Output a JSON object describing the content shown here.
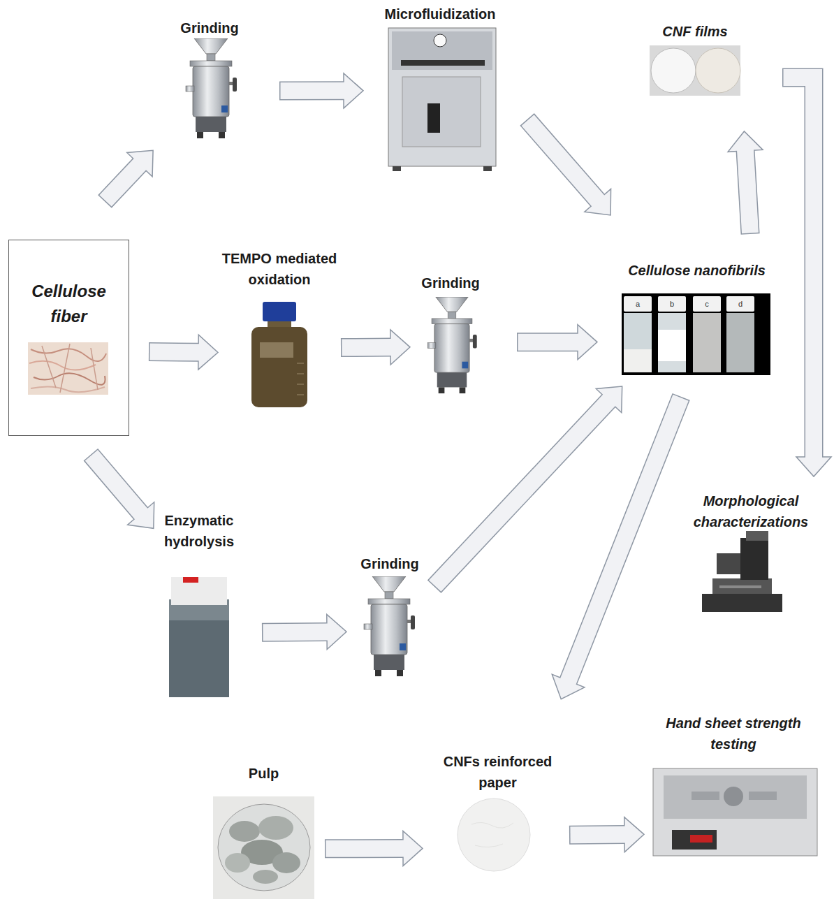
{
  "diagram": {
    "nodes": [
      {
        "text": [
          "Grinding"
        ]
      },
      {
        "text": [
          "Microfluidization"
        ]
      },
      {
        "text": [
          "CNF films"
        ]
      },
      {
        "text": [
          "Cellulose fiber"
        ]
      },
      {
        "text": [
          "TEMPO mediated oxidation"
        ]
      },
      {
        "text": [
          "Grinding"
        ]
      },
      {
        "text": [
          "Cellulose nanofibrils"
        ]
      },
      {
        "text": [
          "Morphological characterizations"
        ]
      },
      {
        "text": [
          "Enzymatic hydrolysis"
        ]
      },
      {
        "text": [
          "Grinding"
        ]
      },
      {
        "text": [
          "Pulp"
        ]
      },
      {
        "text": [
          "CNFs reinforced paper"
        ]
      },
      {
        "text": [
          "Hand sheet strength testing"
        ]
      }
    ],
    "edges": [
      {
        "from": 3,
        "to": 0,
        "arrow": "to"
      },
      {
        "from": 0,
        "to": 1,
        "arrow": "to"
      },
      {
        "from": 1,
        "to": 6,
        "arrow": "to"
      },
      {
        "from": 3,
        "to": 4,
        "arrow": "to"
      },
      {
        "from": 4,
        "to": 5,
        "arrow": "to"
      },
      {
        "from": 5,
        "to": 6,
        "arrow": "to"
      },
      {
        "from": 3,
        "to": 8,
        "arrow": "to"
      },
      {
        "from": 8,
        "to": 9,
        "arrow": "to"
      },
      {
        "from": 9,
        "to": 6,
        "arrow": "to"
      },
      {
        "from": 6,
        "to": 2,
        "arrow": "to"
      },
      {
        "from": 2,
        "to": 7,
        "arrow": "to"
      },
      {
        "from": 6,
        "to": 11,
        "arrow": "to"
      },
      {
        "from": 10,
        "to": 11,
        "arrow": "to"
      },
      {
        "from": 11,
        "to": 12,
        "arrow": "to"
      }
    ],
    "labels": [
      "a",
      "b",
      "c",
      "d"
    ]
  }
}
